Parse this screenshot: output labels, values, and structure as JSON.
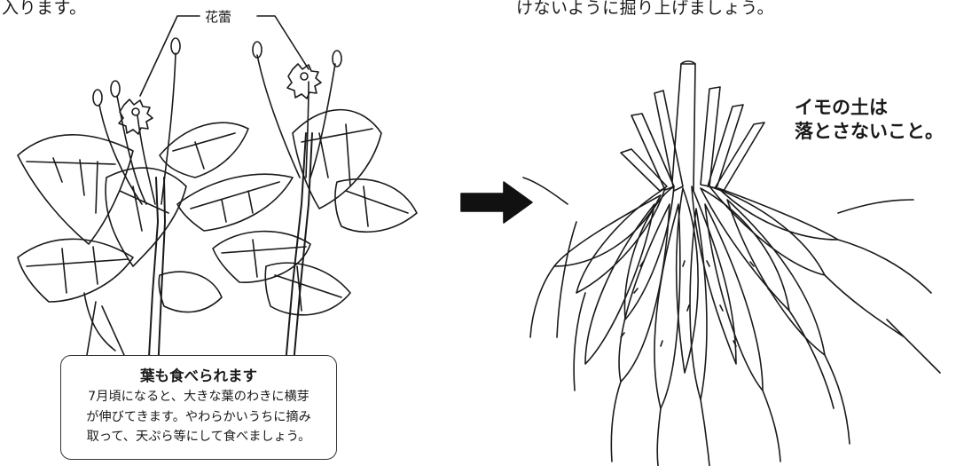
{
  "header": {
    "left_text": "入ります。",
    "right_text": "けないように掘り上げましょう。"
  },
  "labels": {
    "flower_bud": "花蕾",
    "soil_note_line1": "イモの土は",
    "soil_note_line2": "落とさないこと。"
  },
  "callout": {
    "title": "葉も食べられます",
    "lines": [
      "7月頃になると、大きな葉のわきに横芽",
      "が伸びてきます。やわらかいうちに摘み",
      "取って、天ぷら等にして食べましょう。"
    ]
  },
  "icons": {
    "arrow": "right-arrow-icon",
    "plant": "plant-illustration-icon",
    "tubers": "sweet-potato-tubers-icon"
  },
  "colors": {
    "ink": "#1a1a1a",
    "background": "#ffffff"
  }
}
